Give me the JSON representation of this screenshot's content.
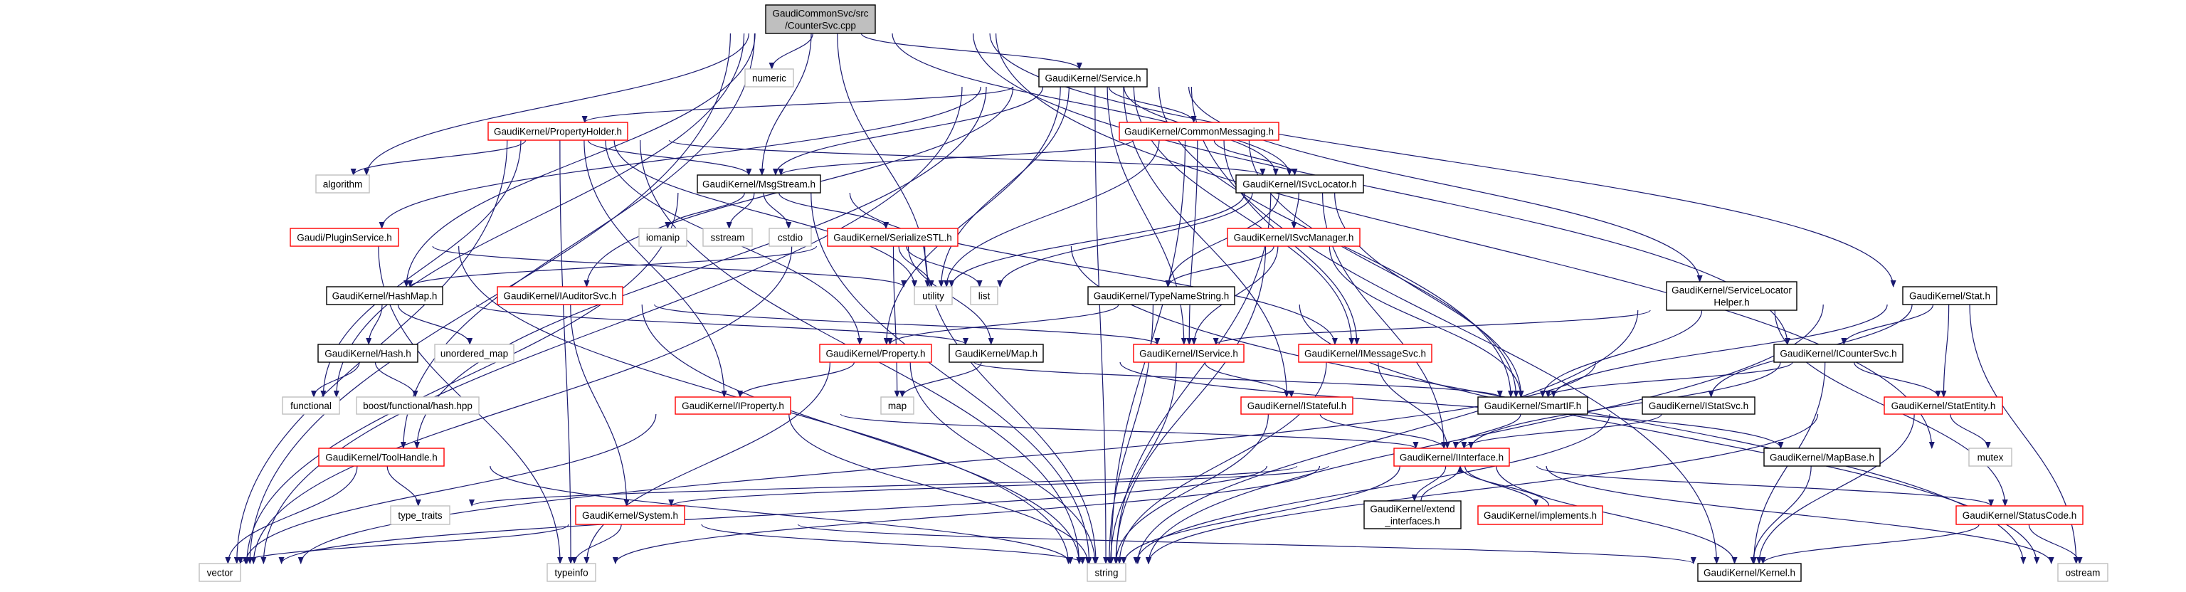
{
  "diagram": {
    "colors": {
      "edge": "#191970",
      "root_fill": "#bfbfbf",
      "root_border": "#000000",
      "normal_border": "#000000",
      "truncated_border": "#ff0000",
      "system_border": "#bfbfbf"
    },
    "nodes": [
      {
        "id": "countersvc",
        "label": "GaudiCommonSvc/src\n/CounterSvc.cpp",
        "style": "root"
      },
      {
        "id": "numeric",
        "label": "numeric",
        "style": "system"
      },
      {
        "id": "service",
        "label": "GaudiKernel/Service.h",
        "style": "normal"
      },
      {
        "id": "propertyholder",
        "label": "GaudiKernel/PropertyHolder.h",
        "style": "truncated"
      },
      {
        "id": "commonmessaging",
        "label": "GaudiKernel/CommonMessaging.h",
        "style": "truncated"
      },
      {
        "id": "algorithm",
        "label": "algorithm",
        "style": "system"
      },
      {
        "id": "msgstream",
        "label": "GaudiKernel/MsgStream.h",
        "style": "normal"
      },
      {
        "id": "isvclocator",
        "label": "GaudiKernel/ISvcLocator.h",
        "style": "normal"
      },
      {
        "id": "pluginservice",
        "label": "Gaudi/PluginService.h",
        "style": "truncated"
      },
      {
        "id": "iomanip",
        "label": "iomanip",
        "style": "system"
      },
      {
        "id": "sstream",
        "label": "sstream",
        "style": "system"
      },
      {
        "id": "cstdio",
        "label": "cstdio",
        "style": "system"
      },
      {
        "id": "serializestl",
        "label": "GaudiKernel/SerializeSTL.h",
        "style": "truncated"
      },
      {
        "id": "isvcmanager",
        "label": "GaudiKernel/ISvcManager.h",
        "style": "truncated"
      },
      {
        "id": "hashmap",
        "label": "GaudiKernel/HashMap.h",
        "style": "normal"
      },
      {
        "id": "iauditorsvc",
        "label": "GaudiKernel/IAuditorSvc.h",
        "style": "truncated"
      },
      {
        "id": "utility",
        "label": "utility",
        "style": "system"
      },
      {
        "id": "list",
        "label": "list",
        "style": "system"
      },
      {
        "id": "typenamestring",
        "label": "GaudiKernel/TypeNameString.h",
        "style": "normal"
      },
      {
        "id": "servicelocatorhelper",
        "label": "GaudiKernel/ServiceLocator\nHelper.h",
        "style": "normal"
      },
      {
        "id": "stat",
        "label": "GaudiKernel/Stat.h",
        "style": "normal"
      },
      {
        "id": "hash",
        "label": "GaudiKernel/Hash.h",
        "style": "normal"
      },
      {
        "id": "unordered_map",
        "label": "unordered_map",
        "style": "system"
      },
      {
        "id": "property",
        "label": "GaudiKernel/Property.h",
        "style": "truncated"
      },
      {
        "id": "map_h",
        "label": "GaudiKernel/Map.h",
        "style": "normal"
      },
      {
        "id": "iservice",
        "label": "GaudiKernel/IService.h",
        "style": "truncated"
      },
      {
        "id": "imessagesvc",
        "label": "GaudiKernel/IMessageSvc.h",
        "style": "truncated"
      },
      {
        "id": "icountersvc",
        "label": "GaudiKernel/ICounterSvc.h",
        "style": "normal"
      },
      {
        "id": "functional",
        "label": "functional",
        "style": "system"
      },
      {
        "id": "boosthash",
        "label": "boost/functional/hash.hpp",
        "style": "system"
      },
      {
        "id": "map",
        "label": "map",
        "style": "system"
      },
      {
        "id": "iproperty",
        "label": "GaudiKernel/IProperty.h",
        "style": "truncated"
      },
      {
        "id": "istateful",
        "label": "GaudiKernel/IStateful.h",
        "style": "truncated"
      },
      {
        "id": "smartif",
        "label": "GaudiKernel/SmartIF.h",
        "style": "normal"
      },
      {
        "id": "istatsvc",
        "label": "GaudiKernel/IStatSvc.h",
        "style": "normal"
      },
      {
        "id": "statentity",
        "label": "GaudiKernel/StatEntity.h",
        "style": "truncated"
      },
      {
        "id": "toolhandle",
        "label": "GaudiKernel/ToolHandle.h",
        "style": "truncated"
      },
      {
        "id": "iinterface",
        "label": "GaudiKernel/IInterface.h",
        "style": "truncated"
      },
      {
        "id": "mapbase",
        "label": "GaudiKernel/MapBase.h",
        "style": "normal"
      },
      {
        "id": "mutex",
        "label": "mutex",
        "style": "system"
      },
      {
        "id": "type_traits",
        "label": "type_traits",
        "style": "system"
      },
      {
        "id": "system",
        "label": "GaudiKernel/System.h",
        "style": "truncated"
      },
      {
        "id": "extend_interfaces",
        "label": "GaudiKernel/extend\n_interfaces.h",
        "style": "normal"
      },
      {
        "id": "implements",
        "label": "GaudiKernel/implements.h",
        "style": "truncated"
      },
      {
        "id": "statuscode",
        "label": "GaudiKernel/StatusCode.h",
        "style": "truncated"
      },
      {
        "id": "vector",
        "label": "vector",
        "style": "system"
      },
      {
        "id": "typeinfo",
        "label": "typeinfo",
        "style": "system"
      },
      {
        "id": "string",
        "label": "string",
        "style": "system"
      },
      {
        "id": "kernel",
        "label": "GaudiKernel/Kernel.h",
        "style": "normal"
      },
      {
        "id": "ostream",
        "label": "ostream",
        "style": "system"
      }
    ],
    "edges": [
      [
        "countersvc",
        "numeric"
      ],
      [
        "countersvc",
        "service"
      ],
      [
        "countersvc",
        "msgstream"
      ],
      [
        "countersvc",
        "utility"
      ],
      [
        "countersvc",
        "algorithm"
      ],
      [
        "countersvc",
        "vector"
      ],
      [
        "countersvc",
        "functional"
      ],
      [
        "countersvc",
        "hashmap"
      ],
      [
        "countersvc",
        "toolhandle"
      ],
      [
        "countersvc",
        "isvclocator"
      ],
      [
        "countersvc",
        "icountersvc"
      ],
      [
        "countersvc",
        "stat"
      ],
      [
        "countersvc",
        "mutex"
      ],
      [
        "service",
        "propertyholder"
      ],
      [
        "service",
        "commonmessaging"
      ],
      [
        "service",
        "isvclocator"
      ],
      [
        "service",
        "servicelocatorhelper"
      ],
      [
        "service",
        "property"
      ],
      [
        "service",
        "iauditorsvc"
      ],
      [
        "service",
        "pluginservice"
      ],
      [
        "service",
        "toolhandle"
      ],
      [
        "service",
        "vector"
      ],
      [
        "service",
        "iservice"
      ],
      [
        "service",
        "istateful"
      ],
      [
        "service",
        "smartif"
      ],
      [
        "service",
        "imessagesvc"
      ],
      [
        "service",
        "msgstream"
      ],
      [
        "service",
        "utility"
      ],
      [
        "service",
        "string"
      ],
      [
        "service",
        "kernel"
      ],
      [
        "propertyholder",
        "algorithm"
      ],
      [
        "propertyholder",
        "msgstream"
      ],
      [
        "propertyholder",
        "isvclocator"
      ],
      [
        "propertyholder",
        "utility"
      ],
      [
        "propertyholder",
        "vector"
      ],
      [
        "propertyholder",
        "functional"
      ],
      [
        "propertyholder",
        "property"
      ],
      [
        "propertyholder",
        "iproperty"
      ],
      [
        "propertyholder",
        "string"
      ],
      [
        "propertyholder",
        "typeinfo"
      ],
      [
        "commonmessaging",
        "msgstream"
      ],
      [
        "commonmessaging",
        "isvclocator"
      ],
      [
        "commonmessaging",
        "iservice"
      ],
      [
        "commonmessaging",
        "smartif"
      ],
      [
        "commonmessaging",
        "imessagesvc"
      ],
      [
        "commonmessaging",
        "utility"
      ],
      [
        "commonmessaging",
        "string"
      ],
      [
        "msgstream",
        "iomanip"
      ],
      [
        "msgstream",
        "sstream"
      ],
      [
        "msgstream",
        "cstdio"
      ],
      [
        "msgstream",
        "serializestl"
      ],
      [
        "msgstream",
        "string"
      ],
      [
        "msgstream",
        "imessagesvc"
      ],
      [
        "msgstream",
        "vector"
      ],
      [
        "isvclocator",
        "isvcmanager"
      ],
      [
        "isvclocator",
        "typenamestring"
      ],
      [
        "isvclocator",
        "list"
      ],
      [
        "isvclocator",
        "string"
      ],
      [
        "isvclocator",
        "smartif"
      ],
      [
        "isvclocator",
        "iinterface"
      ],
      [
        "isvclocator",
        "utility"
      ],
      [
        "serializestl",
        "utility"
      ],
      [
        "serializestl",
        "list"
      ],
      [
        "serializestl",
        "hashmap"
      ],
      [
        "serializestl",
        "map_h"
      ],
      [
        "serializestl",
        "vector"
      ],
      [
        "serializestl",
        "string"
      ],
      [
        "serializestl",
        "ostream"
      ],
      [
        "serializestl",
        "map"
      ],
      [
        "isvcmanager",
        "typenamestring"
      ],
      [
        "isvcmanager",
        "iservice"
      ],
      [
        "isvcmanager",
        "smartif"
      ],
      [
        "isvcmanager",
        "string"
      ],
      [
        "typenamestring",
        "property"
      ],
      [
        "typenamestring",
        "string"
      ],
      [
        "typenamestring",
        "ostream"
      ],
      [
        "hashmap",
        "hash"
      ],
      [
        "hashmap",
        "unordered_map"
      ],
      [
        "hashmap",
        "map_h"
      ],
      [
        "iauditorsvc",
        "system"
      ],
      [
        "iauditorsvc",
        "string"
      ],
      [
        "iauditorsvc",
        "iservice"
      ],
      [
        "pluginservice",
        "string"
      ],
      [
        "pluginservice",
        "typeinfo"
      ],
      [
        "pluginservice",
        "utility"
      ],
      [
        "hash",
        "functional"
      ],
      [
        "hash",
        "boosthash"
      ],
      [
        "property",
        "iproperty"
      ],
      [
        "property",
        "smartif"
      ],
      [
        "property",
        "string"
      ],
      [
        "property",
        "typeinfo"
      ],
      [
        "map_h",
        "map"
      ],
      [
        "map_h",
        "mapbase"
      ],
      [
        "iservice",
        "istateful"
      ],
      [
        "iservice",
        "string"
      ],
      [
        "imessagesvc",
        "iinterface"
      ],
      [
        "imessagesvc",
        "string"
      ],
      [
        "servicelocatorhelper",
        "iservice"
      ],
      [
        "servicelocatorhelper",
        "smartif"
      ],
      [
        "servicelocatorhelper",
        "string"
      ],
      [
        "servicelocatorhelper",
        "statuscode"
      ],
      [
        "stat",
        "icountersvc"
      ],
      [
        "stat",
        "statentity"
      ],
      [
        "stat",
        "smartif"
      ],
      [
        "stat",
        "istatsvc"
      ],
      [
        "stat",
        "string"
      ],
      [
        "stat",
        "ostream"
      ],
      [
        "icountersvc",
        "smartif"
      ],
      [
        "icountersvc",
        "iinterface"
      ],
      [
        "icountersvc",
        "statentity"
      ],
      [
        "icountersvc",
        "kernel"
      ],
      [
        "icountersvc",
        "vector"
      ],
      [
        "iproperty",
        "iinterface"
      ],
      [
        "iproperty",
        "vector"
      ],
      [
        "iproperty",
        "string"
      ],
      [
        "istateful",
        "iinterface"
      ],
      [
        "istateful",
        "string"
      ],
      [
        "smartif",
        "iinterface"
      ],
      [
        "istatsvc",
        "iinterface"
      ],
      [
        "istatsvc",
        "string"
      ],
      [
        "statentity",
        "mutex"
      ],
      [
        "statentity",
        "string"
      ],
      [
        "statentity",
        "kernel"
      ],
      [
        "toolhandle",
        "type_traits"
      ],
      [
        "toolhandle",
        "vector"
      ],
      [
        "toolhandle",
        "string"
      ],
      [
        "iinterface",
        "system"
      ],
      [
        "iinterface",
        "extend_interfaces"
      ],
      [
        "iinterface",
        "implements"
      ],
      [
        "iinterface",
        "statuscode"
      ],
      [
        "iinterface",
        "kernel"
      ],
      [
        "iinterface",
        "ostream"
      ],
      [
        "iinterface",
        "type_traits"
      ],
      [
        "iinterface",
        "typeinfo"
      ],
      [
        "iinterface",
        "string"
      ],
      [
        "iinterface",
        "vector"
      ],
      [
        "extend_interfaces",
        "iinterface"
      ],
      [
        "implements",
        "iinterface"
      ],
      [
        "mapbase",
        "kernel"
      ],
      [
        "system",
        "vector"
      ],
      [
        "system",
        "typeinfo"
      ],
      [
        "system",
        "string"
      ],
      [
        "system",
        "kernel"
      ],
      [
        "statuscode",
        "kernel"
      ],
      [
        "statuscode",
        "ostream"
      ]
    ]
  }
}
